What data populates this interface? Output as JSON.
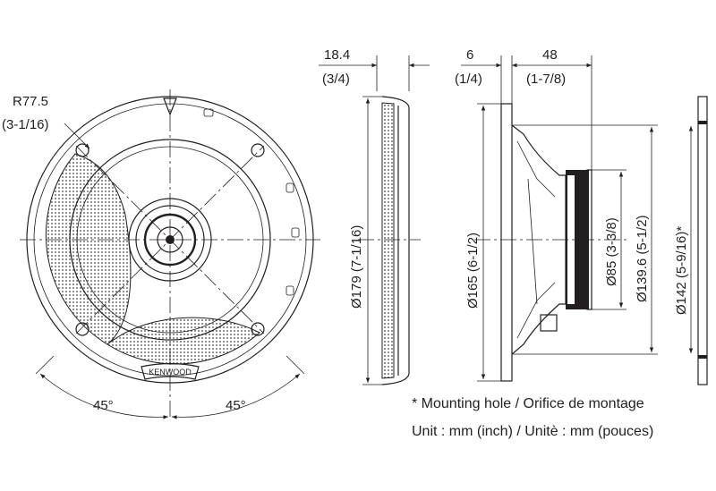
{
  "front_view": {
    "radius_label": "R77.5",
    "radius_label_inch": "(3-1/16)",
    "angle_left": "45°",
    "angle_right": "45°",
    "brand": "KENWOOD"
  },
  "side_view_grille": {
    "thickness": "18.4",
    "thickness_inch": "(3/4)",
    "diameter": "Ø179 (7-1/16)"
  },
  "side_view_speaker": {
    "flange": "6",
    "flange_inch": "(1/4)",
    "depth": "48",
    "depth_inch": "(1-7/8)",
    "cone_diameter": "Ø165 (6-1/2)",
    "magnet_diameter": "Ø85 (3-3/8)",
    "basket_diameter": "Ø139.6 (5-1/2)",
    "mounting_hole_diameter": "Ø142 (5-9/16)*"
  },
  "notes": {
    "mounting_hole": "* Mounting hole / Orifice de montage",
    "unit": "Unit : mm (inch) / Unitè : mm (pouces)"
  }
}
